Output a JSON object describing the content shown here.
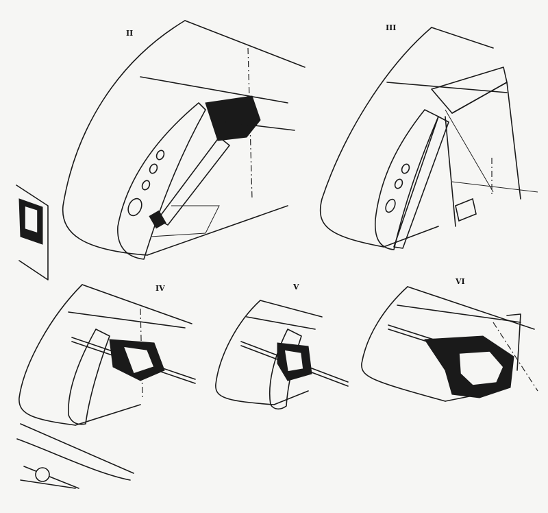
{
  "views": [
    {
      "id": "view-2",
      "label": "II"
    },
    {
      "id": "view-3",
      "label": "III"
    },
    {
      "id": "view-4",
      "label": "IV"
    },
    {
      "id": "view-5",
      "label": "V"
    },
    {
      "id": "view-6",
      "label": "VI"
    }
  ]
}
